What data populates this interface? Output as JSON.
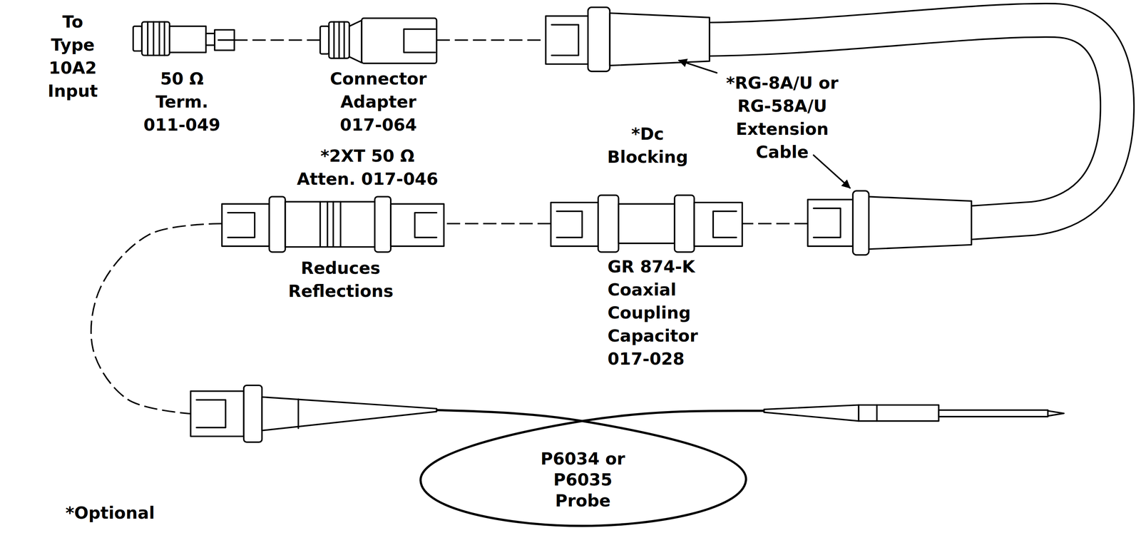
{
  "diagram": {
    "nodes": [
      {
        "text": [
          "50 Ω Term. 011-049"
        ]
      },
      {
        "text": [
          "Connector Adapter 017-064"
        ]
      },
      {
        "text": [
          "*RG-8A/U or RG-58A/U Extension Cable"
        ]
      },
      {
        "text": [
          "*2XT 50 Ω Atten. 017-046",
          "Reduces Reflections"
        ]
      },
      {
        "text": [
          "*Dc Blocking",
          "GR 874-K Coaxial Coupling Capacitor 017-028"
        ]
      },
      {
        "text": [
          "P6034 or P6035 Probe"
        ]
      }
    ],
    "edges": [
      {
        "from": 0,
        "to": 1,
        "arrow": "none"
      },
      {
        "from": 1,
        "to": 2,
        "arrow": "none"
      },
      {
        "from": 2,
        "to": 4,
        "arrow": "none"
      },
      {
        "from": 4,
        "to": 3,
        "arrow": "none"
      },
      {
        "from": 3,
        "to": 5,
        "arrow": "none"
      }
    ],
    "labels": [
      "To Type 10A2 Input",
      "*Optional"
    ]
  }
}
